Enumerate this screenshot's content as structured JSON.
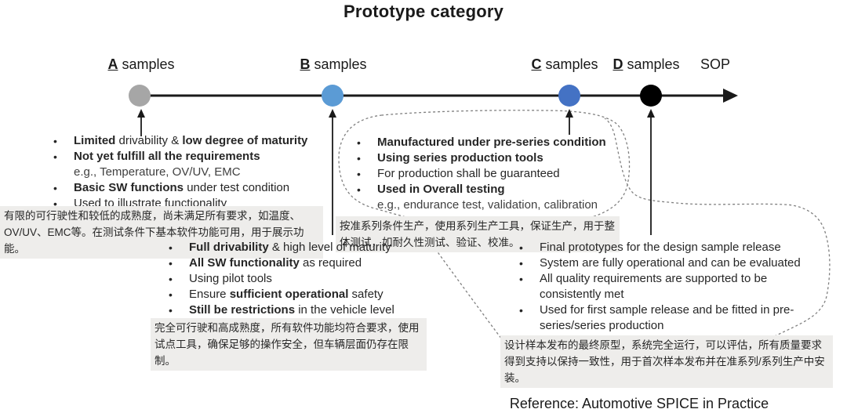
{
  "title": "Prototype category",
  "reference": "Reference: Automotive SPICE in Practice",
  "colors": {
    "dot_a": "#a6a6a6",
    "dot_b": "#5b9bd5",
    "dot_c": "#4472c4",
    "dot_d": "#000000",
    "note_bg": "#eeedeb",
    "dashed_outline": "#808080",
    "axis": "#1a1a1a"
  },
  "timeline": {
    "end_label": "SOP",
    "milestones": [
      {
        "letter": "A",
        "suffix": " samples"
      },
      {
        "letter": "B",
        "suffix": " samples"
      },
      {
        "letter": "C",
        "suffix": " samples"
      },
      {
        "letter": "D",
        "suffix": " samples"
      }
    ]
  },
  "groups": {
    "a": {
      "bullets": [
        {
          "seg": [
            {
              "t": "Limited",
              "b": true
            },
            {
              "t": " drivability & ",
              "b": false
            },
            {
              "t": "low degree of maturity",
              "b": true
            }
          ]
        },
        {
          "seg": [
            {
              "t": "Not yet fulfill all the requirements",
              "b": true
            }
          ],
          "sub": "e.g., Temperature, OV/UV, EMC"
        },
        {
          "seg": [
            {
              "t": "Basic SW functions",
              "b": true
            },
            {
              "t": " under test condition",
              "b": false
            }
          ]
        },
        {
          "seg": [
            {
              "t": "Used to illustrate functionality",
              "b": false
            }
          ]
        }
      ],
      "note_cn": "有限的可行驶性和较低的成熟度，尚未满足所有要求，如温度、OV/UV、EMC等。在测试条件下基本软件功能可用，用于展示功能。"
    },
    "b": {
      "bullets": [
        {
          "seg": [
            {
              "t": "Full drivability",
              "b": true
            },
            {
              "t": " & high level of maturity",
              "b": false
            }
          ]
        },
        {
          "seg": [
            {
              "t": "All SW functionality",
              "b": true
            },
            {
              "t": " as required",
              "b": false
            }
          ]
        },
        {
          "seg": [
            {
              "t": "Using pilot tools",
              "b": false
            }
          ]
        },
        {
          "seg": [
            {
              "t": "Ensure ",
              "b": false
            },
            {
              "t": "sufficient operational",
              "b": true
            },
            {
              "t": " safety",
              "b": false
            }
          ]
        },
        {
          "seg": [
            {
              "t": "Still be restrictions",
              "b": true
            },
            {
              "t": " in the vehicle level",
              "b": false
            }
          ]
        }
      ],
      "note_cn": "完全可行驶和高成熟度，所有软件功能均符合要求，使用试点工具，确保足够的操作安全，但车辆层面仍存在限制。"
    },
    "c": {
      "bullets": [
        {
          "seg": [
            {
              "t": "Manufactured under pre-series condition",
              "b": true
            }
          ]
        },
        {
          "seg": [
            {
              "t": "Using series production tools",
              "b": true
            }
          ]
        },
        {
          "seg": [
            {
              "t": "For production shall be guaranteed",
              "b": false
            }
          ]
        },
        {
          "seg": [
            {
              "t": "Used in Overall testing",
              "b": true
            }
          ],
          "sub": "e.g., endurance test, validation, calibration"
        }
      ],
      "note_cn": "按准系列条件生产，使用系列生产工具，保证生产，用于整体测试，如耐久性测试、验证、校准。"
    },
    "d": {
      "bullets": [
        {
          "seg": [
            {
              "t": "Final prototypes for the design sample release",
              "b": false
            }
          ]
        },
        {
          "seg": [
            {
              "t": "System are fully operational and can be evaluated",
              "b": false
            }
          ]
        },
        {
          "seg": [
            {
              "t": "All quality requirements are supported to be consistently met",
              "b": false
            }
          ]
        },
        {
          "seg": [
            {
              "t": "Used for first sample release and be fitted in pre-series/series production",
              "b": false
            }
          ]
        }
      ],
      "note_cn": "设计样本发布的最终原型，系统完全运行，可以评估，所有质量要求得到支持以保持一致性，用于首次样本发布并在准系列/系列生产中安装。"
    }
  }
}
